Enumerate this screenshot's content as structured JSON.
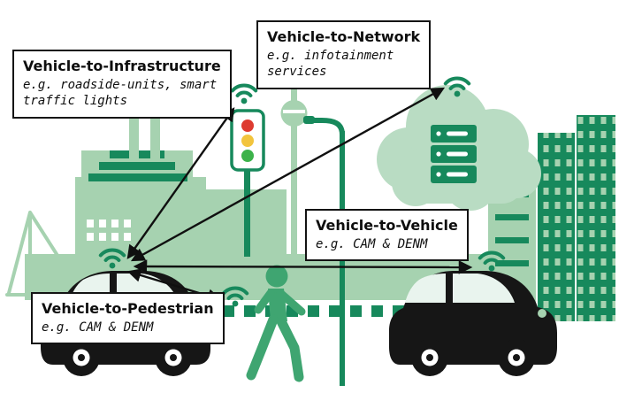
{
  "page": {
    "background": "#ffffff"
  },
  "diagram": {
    "boxes": {
      "v2i": {
        "title": "Vehicle-to-Infrastructure",
        "subtitle": "e.g. roadside-units, smart\ntraffic lights"
      },
      "v2n": {
        "title": "Vehicle-to-Network",
        "subtitle": "e.g. infotainment\nservices"
      },
      "v2v": {
        "title": "Vehicle-to-Vehicle",
        "subtitle": "e.g. CAM & DENM"
      },
      "v2p": {
        "title": "Vehicle-to-Pedestrian",
        "subtitle": "e.g. CAM & DENM"
      }
    },
    "connections": [
      {
        "type": "V2I",
        "from": "car-left",
        "to": "traffic-light",
        "via": "wifi"
      },
      {
        "type": "V2N",
        "from": "car-left",
        "to": "network-cloud",
        "via": "wifi"
      },
      {
        "type": "V2V",
        "from": "car-left",
        "to": "car-right",
        "via": "wifi"
      },
      {
        "type": "V2P",
        "from": "car-left",
        "to": "pedestrian",
        "via": "wifi"
      }
    ],
    "entities": [
      {
        "id": "city-skyline",
        "icon": "city-skyline-icon"
      },
      {
        "id": "harbor-crane",
        "icon": "crane-icon"
      },
      {
        "id": "church-spires",
        "icon": "spire-icon"
      },
      {
        "id": "tv-tower",
        "icon": "tv-tower-icon"
      },
      {
        "id": "traffic-light",
        "icon": "traffic-light-icon"
      },
      {
        "id": "network-cloud",
        "icon": "cloud-datacenter-icon"
      },
      {
        "id": "server-stack",
        "icon": "server-stack-icon"
      },
      {
        "id": "street-lamp",
        "icon": "street-lamp-icon"
      },
      {
        "id": "pedestrian",
        "icon": "pedestrian-icon"
      },
      {
        "id": "car-left",
        "icon": "car-icon"
      },
      {
        "id": "car-right",
        "icon": "car-icon"
      },
      {
        "id": "wifi-signal",
        "icon": "wifi-signal-icon"
      }
    ],
    "colors": {
      "light_green": "#a6d2b0",
      "cloud_green": "#b9dcc3",
      "dark_green": "#17895c",
      "mid_green": "#3fa571",
      "car_black": "#161616",
      "arrow_black": "#101010",
      "glass_white": "#e9f4ee",
      "traffic_red": "#dd3b30",
      "traffic_yellow": "#f2c43d",
      "traffic_green": "#3cb24a"
    }
  }
}
